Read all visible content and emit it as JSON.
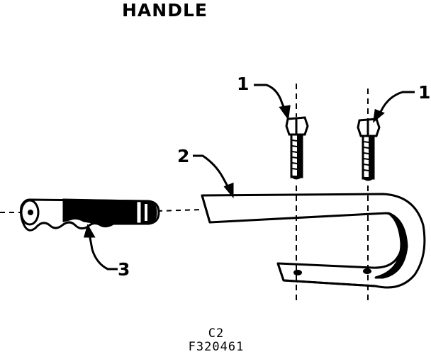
{
  "title": "HANDLE",
  "callouts": [
    {
      "id": "bolt-left",
      "label": "1"
    },
    {
      "id": "bolt-right",
      "label": "1"
    },
    {
      "id": "bracket",
      "label": "2"
    },
    {
      "id": "grip",
      "label": "3"
    }
  ],
  "code_line_1": "C2",
  "code_line_2": "F320461",
  "colors": {
    "ink": "#000000",
    "paper": "#ffffff"
  }
}
